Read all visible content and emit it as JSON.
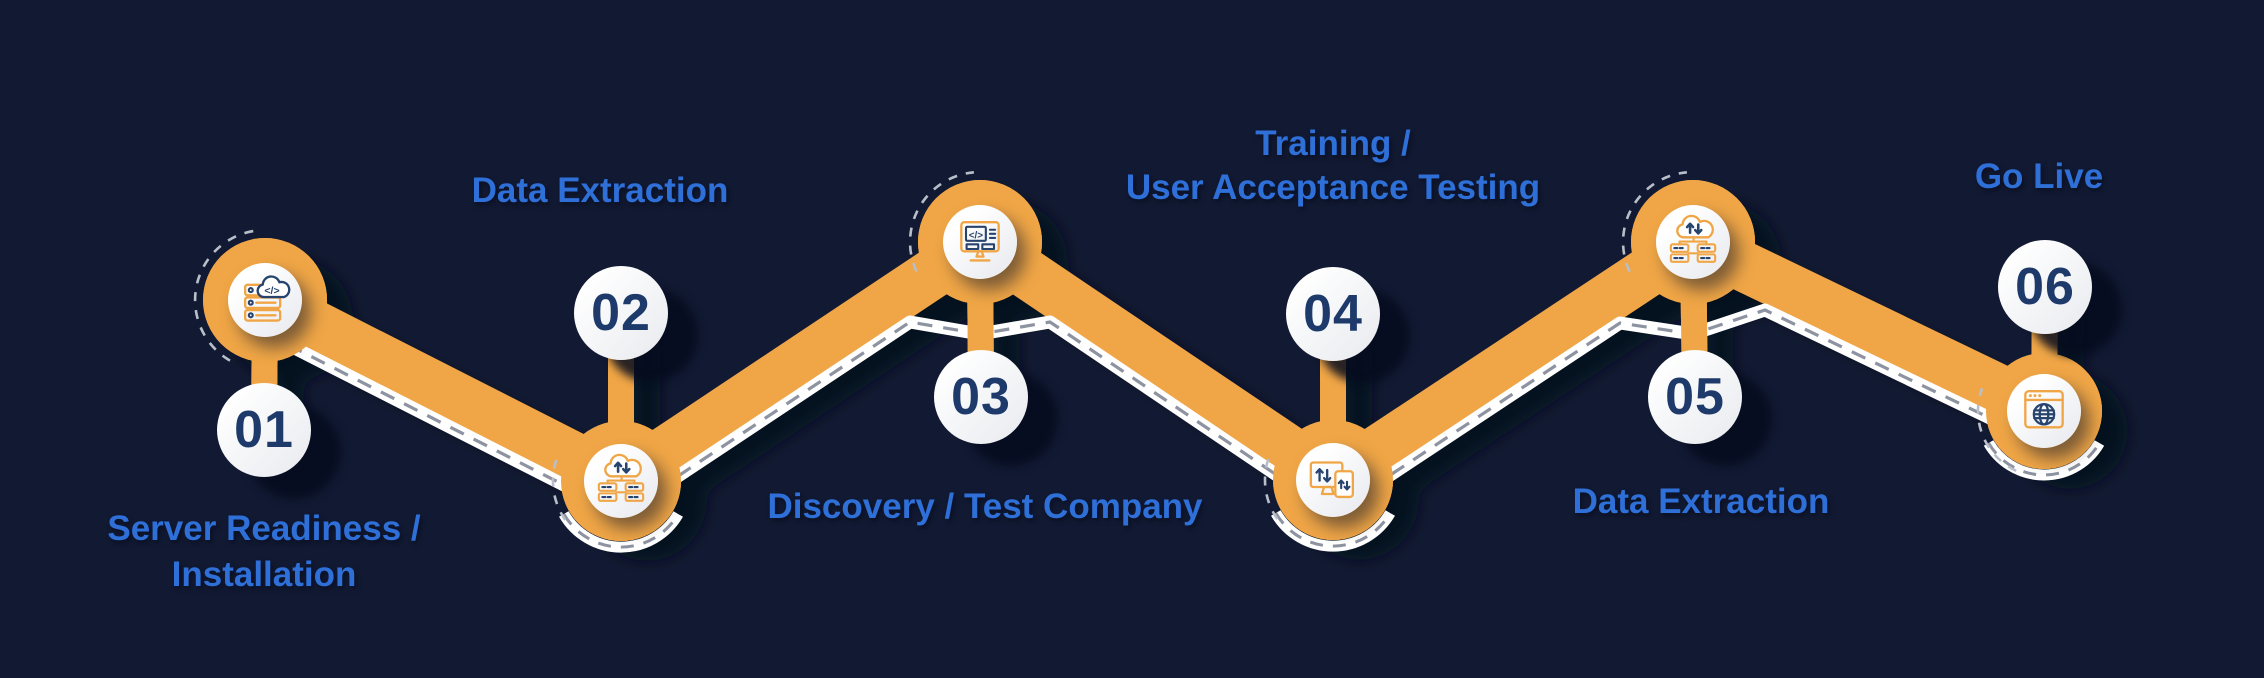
{
  "colors": {
    "background": "#121a33",
    "ribbon_orange": "#f0a646",
    "label_blue": "#2e6fd8",
    "number_navy": "#1e3a6b",
    "road_white": "#ffffff",
    "road_dash_gray": "#8d93a0"
  },
  "steps": [
    {
      "number": "01",
      "label_lines": [
        "Server Readiness /",
        "Installation"
      ],
      "icon": "server-cloud-code-icon"
    },
    {
      "number": "02",
      "label_lines": [
        "Data Extraction"
      ],
      "icon": "cloud-server-sync-icon"
    },
    {
      "number": "03",
      "label_lines": [
        "Discovery / Test Company"
      ],
      "icon": "monitor-code-icon"
    },
    {
      "number": "04",
      "label_lines": [
        "Training /",
        "User Acceptance Testing"
      ],
      "icon": "device-sync-icon"
    },
    {
      "number": "05",
      "label_lines": [
        "Data Extraction"
      ],
      "icon": "cloud-server-sync-icon"
    },
    {
      "number": "06",
      "label_lines": [
        "Go Live"
      ],
      "icon": "browser-globe-icon"
    }
  ]
}
